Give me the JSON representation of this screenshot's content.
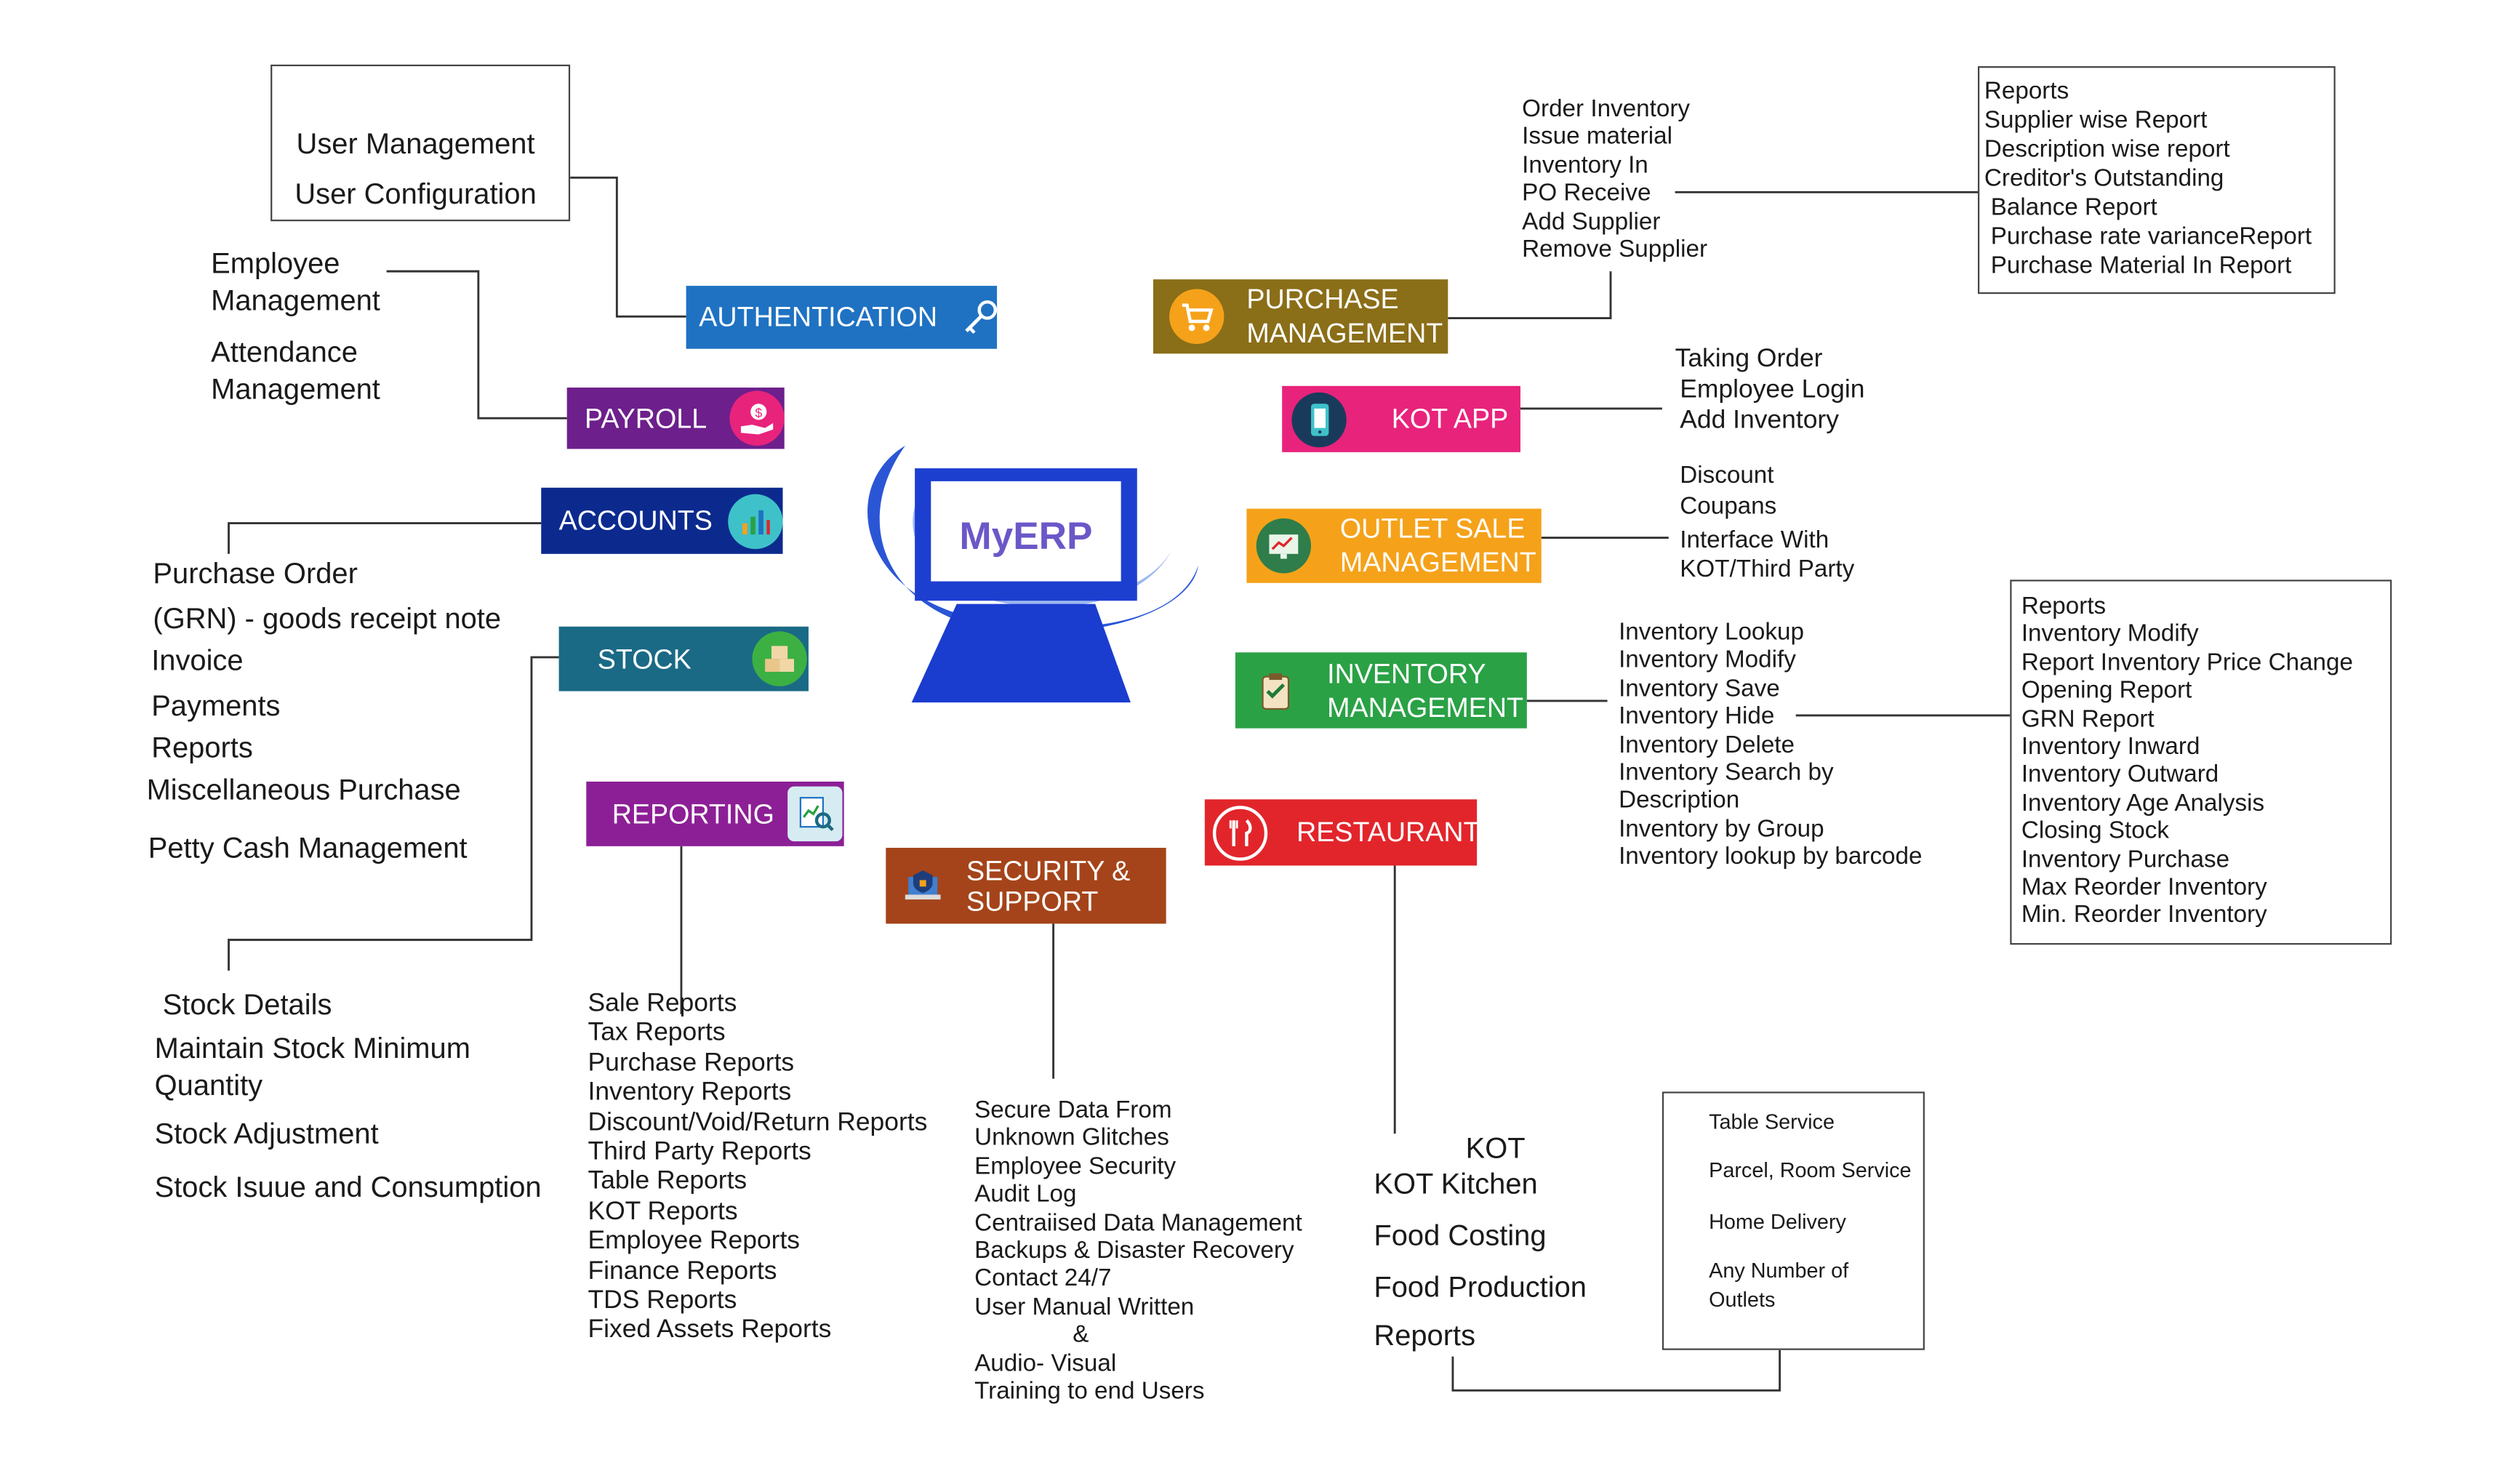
{
  "center": {
    "logo_text": "MyERP"
  },
  "colors": {
    "authentication": "#1f72c2",
    "payroll": "#6d1f8c",
    "accounts": "#0c2a8e",
    "stock": "#1a6a85",
    "reporting": "#8c1f96",
    "security": "#a5441a",
    "purchase": "#8a6e18",
    "kot": "#e8237c",
    "outlet": "#f5a21a",
    "inventory": "#2aa145",
    "restaurant": "#e2252b"
  },
  "modules": {
    "authentication": {
      "label": "AUTHENTICATION",
      "icon": "key-icon"
    },
    "payroll": {
      "label": "PAYROLL",
      "icon": "money-hand-icon"
    },
    "accounts": {
      "label": "ACCOUNTS",
      "icon": "bar-chart-icon"
    },
    "stock": {
      "label": "STOCK",
      "icon": "boxes-icon"
    },
    "reporting": {
      "label": "REPORTING",
      "icon": "report-magnifier-icon"
    },
    "security": {
      "label": "SECURITY &\nSUPPORT",
      "icon": "laptop-shield-icon"
    },
    "purchase": {
      "label": "PURCHASE\nMANAGEMENT",
      "icon": "cart-icon"
    },
    "kot": {
      "label": "KOT APP",
      "icon": "phone-icon"
    },
    "outlet": {
      "label": "OUTLET SALE\nMANAGEMENT",
      "icon": "monitor-chart-icon"
    },
    "inventory": {
      "label": "INVENTORY\nMANAGEMENT",
      "icon": "clipboard-check-icon"
    },
    "restaurant": {
      "label": "RESTAURANT",
      "icon": "fork-knife-icon"
    }
  },
  "lists": {
    "authentication": [
      "User Management",
      "User Configuration"
    ],
    "payroll": [
      "Employee",
      "Management",
      "Attendance",
      "Management"
    ],
    "accounts": [
      "Purchase Order",
      "(GRN) - goods receipt note",
      "Invoice",
      "Payments",
      "Reports",
      "Miscellaneous Purchase",
      "Petty Cash Management"
    ],
    "stock": [
      "Stock Details",
      "Maintain Stock Minimum",
      "Quantity",
      "Stock Adjustment",
      "Stock Isuue and Consumption"
    ],
    "reporting": [
      "Sale Reports",
      "Tax Reports",
      "Purchase Reports",
      "Inventory Reports",
      "Discount/Void/Return Reports",
      "Third Party Reports",
      "Table Reports",
      "KOT Reports",
      "Employee Reports",
      "Finance Reports",
      "TDS Reports",
      "Fixed Assets Reports"
    ],
    "security": [
      "Secure Data From",
      "Unknown Glitches",
      "Employee Security",
      "Audit Log",
      "Centraiised Data Management",
      "Backups & Disaster Recovery",
      "Contact 24/7",
      "User Manual Written",
      "&",
      "Audio- Visual",
      "Training to end Users"
    ],
    "purchase": [
      "Order Inventory",
      "Issue material",
      "Inventory In",
      "PO Receive",
      "Add Supplier",
      "Remove Supplier"
    ],
    "purchase_reports": [
      "Reports",
      "Supplier wise Report",
      "Description wise report",
      "Creditor's Outstanding",
      "Balance  Report",
      "Purchase rate varianceReport",
      "Purchase Material In Report"
    ],
    "kot": [
      "Taking Order",
      "Employee Login",
      "Add Inventory"
    ],
    "outlet": [
      "Discount",
      "Coupans",
      "Interface With",
      "KOT/Third Party"
    ],
    "inventory": [
      "Inventory Lookup",
      "Inventory Modify",
      "Inventory Save",
      "Inventory Hide",
      "Inventory Delete",
      "Inventory Search by",
      "Description",
      "Inventory by Group",
      "Inventory lookup by barcode"
    ],
    "inventory_reports": [
      "Reports",
      "Inventory Modify",
      "Report Inventory Price Change",
      "Opening Report",
      "GRN Report",
      "Inventory Inward",
      "Inventory Outward",
      "Inventory Age Analysis",
      "Closing Stock",
      "Inventory Purchase",
      "Max Reorder Inventory",
      "Min. Reorder Inventory"
    ],
    "restaurant": [
      "KOT",
      "KOT Kitchen",
      "Food Costing",
      "Food Production",
      "Reports"
    ],
    "restaurant_services": [
      "Table Service",
      "Parcel, Room Service",
      "Home Delivery",
      "Any Number of",
      "Outlets"
    ]
  }
}
